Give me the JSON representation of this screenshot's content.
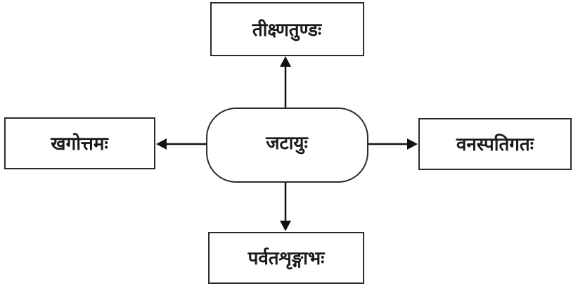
{
  "diagram": {
    "center": {
      "label": "जटायुः"
    },
    "top": {
      "label": "तीक्ष्णतुण्डः"
    },
    "left": {
      "label": "खगोत्तमः"
    },
    "right": {
      "label": "वनस्पतिगतः"
    },
    "bottom": {
      "label": "पर्वतशृङ्गाभः"
    }
  }
}
